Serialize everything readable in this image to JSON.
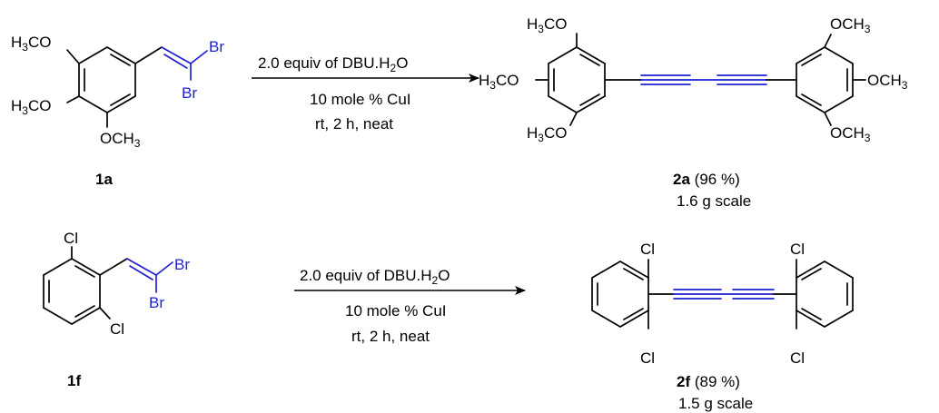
{
  "colors": {
    "bond": "#000000",
    "highlight": "#1f1fd6"
  },
  "atoms": {
    "och3_left": "H3CO",
    "och3_right": "OCH3",
    "och3_bottom": "OCH3",
    "br": "Br",
    "cl": "Cl"
  },
  "reaction1": {
    "reactant_id": "1a",
    "conditions": [
      "2.0 equiv of DBU.H2O",
      "10 mole % CuI",
      "rt, 2 h, neat"
    ],
    "product_id": "2a",
    "yield": "(96 %)",
    "scale": "1.6 g scale"
  },
  "reaction2": {
    "reactant_id": "1f",
    "conditions": [
      "2.0 equiv of DBU.H2O",
      "10 mole % CuI",
      "rt, 2 h, neat"
    ],
    "product_id": "2f",
    "yield": "(89 %)",
    "scale": "1.5 g scale"
  }
}
